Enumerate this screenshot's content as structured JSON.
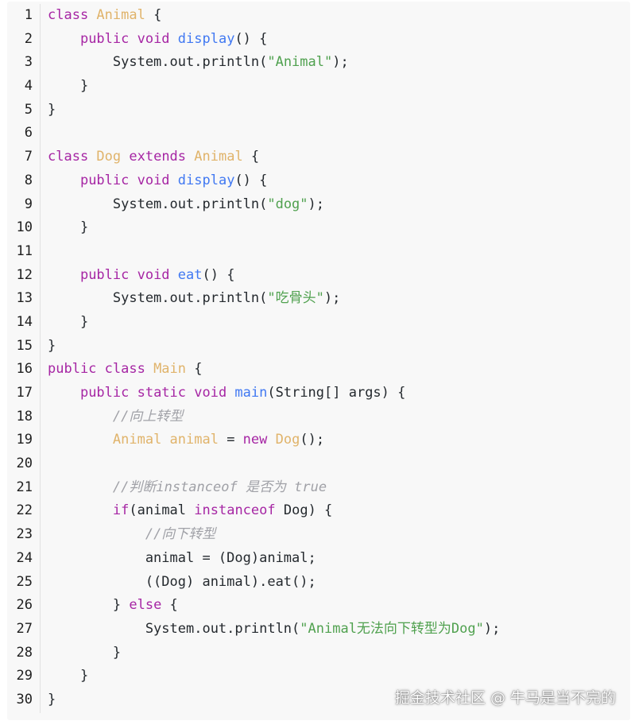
{
  "line_numbers": [
    "1",
    "2",
    "3",
    "4",
    "5",
    "6",
    "7",
    "8",
    "9",
    "10",
    "11",
    "12",
    "13",
    "14",
    "15",
    "16",
    "17",
    "18",
    "19",
    "20",
    "21",
    "22",
    "23",
    "24",
    "25",
    "26",
    "27",
    "28",
    "29",
    "30"
  ],
  "code_lines": [
    [
      {
        "t": "class ",
        "c": "kw"
      },
      {
        "t": "Animal",
        "c": "cls"
      },
      {
        "t": " {",
        "c": ""
      }
    ],
    [
      {
        "t": "    ",
        "c": ""
      },
      {
        "t": "public void ",
        "c": "kw"
      },
      {
        "t": "display",
        "c": "fn"
      },
      {
        "t": "() {",
        "c": ""
      }
    ],
    [
      {
        "t": "        System.out.println(",
        "c": ""
      },
      {
        "t": "\"Animal\"",
        "c": "str"
      },
      {
        "t": ");",
        "c": ""
      }
    ],
    [
      {
        "t": "    }",
        "c": ""
      }
    ],
    [
      {
        "t": "}",
        "c": ""
      }
    ],
    [],
    [
      {
        "t": "class ",
        "c": "kw"
      },
      {
        "t": "Dog ",
        "c": "cls"
      },
      {
        "t": "extends ",
        "c": "kw"
      },
      {
        "t": "Animal",
        "c": "cls"
      },
      {
        "t": " {",
        "c": ""
      }
    ],
    [
      {
        "t": "    ",
        "c": ""
      },
      {
        "t": "public void ",
        "c": "kw"
      },
      {
        "t": "display",
        "c": "fn"
      },
      {
        "t": "() {",
        "c": ""
      }
    ],
    [
      {
        "t": "        System.out.println(",
        "c": ""
      },
      {
        "t": "\"dog\"",
        "c": "str"
      },
      {
        "t": ");",
        "c": ""
      }
    ],
    [
      {
        "t": "    }",
        "c": ""
      }
    ],
    [],
    [
      {
        "t": "    ",
        "c": ""
      },
      {
        "t": "public void ",
        "c": "kw"
      },
      {
        "t": "eat",
        "c": "fn"
      },
      {
        "t": "() {",
        "c": ""
      }
    ],
    [
      {
        "t": "        System.out.println(",
        "c": ""
      },
      {
        "t": "\"吃骨头\"",
        "c": "str"
      },
      {
        "t": ");",
        "c": ""
      }
    ],
    [
      {
        "t": "    }",
        "c": ""
      }
    ],
    [
      {
        "t": "}",
        "c": ""
      }
    ],
    [
      {
        "t": "public class ",
        "c": "kw"
      },
      {
        "t": "Main",
        "c": "cls"
      },
      {
        "t": " {",
        "c": ""
      }
    ],
    [
      {
        "t": "    ",
        "c": ""
      },
      {
        "t": "public static void ",
        "c": "kw"
      },
      {
        "t": "main",
        "c": "fn"
      },
      {
        "t": "(String[] args) {",
        "c": ""
      }
    ],
    [
      {
        "t": "        ",
        "c": ""
      },
      {
        "t": "//向上转型",
        "c": "cm"
      }
    ],
    [
      {
        "t": "        ",
        "c": ""
      },
      {
        "t": "Animal animal",
        "c": "cls"
      },
      {
        "t": " = ",
        "c": ""
      },
      {
        "t": "new ",
        "c": "kw"
      },
      {
        "t": "Dog",
        "c": "cls"
      },
      {
        "t": "();",
        "c": ""
      }
    ],
    [],
    [
      {
        "t": "        ",
        "c": ""
      },
      {
        "t": "//判断instanceof 是否为 true",
        "c": "cm"
      }
    ],
    [
      {
        "t": "        ",
        "c": ""
      },
      {
        "t": "if",
        "c": "kw"
      },
      {
        "t": "(animal ",
        "c": ""
      },
      {
        "t": "instanceof ",
        "c": "kw"
      },
      {
        "t": "Dog) {",
        "c": ""
      }
    ],
    [
      {
        "t": "            ",
        "c": ""
      },
      {
        "t": "//向下转型",
        "c": "cm"
      }
    ],
    [
      {
        "t": "            animal = (Dog)animal;",
        "c": ""
      }
    ],
    [
      {
        "t": "            ((Dog) animal).eat();",
        "c": ""
      }
    ],
    [
      {
        "t": "        } ",
        "c": ""
      },
      {
        "t": "else",
        "c": "kw"
      },
      {
        "t": " {",
        "c": ""
      }
    ],
    [
      {
        "t": "            System.out.println(",
        "c": ""
      },
      {
        "t": "\"Animal无法向下转型为Dog\"",
        "c": "str"
      },
      {
        "t": ");",
        "c": ""
      }
    ],
    [
      {
        "t": "        }",
        "c": ""
      }
    ],
    [
      {
        "t": "    }",
        "c": ""
      }
    ],
    [
      {
        "t": "}",
        "c": ""
      }
    ]
  ],
  "watermark": "掘金技术社区 @ 牛马是当不完的",
  "colors": {
    "background": "#f8f8f8",
    "keyword": "#a626a4",
    "class_name": "#e0b36a",
    "function": "#4078f2",
    "string": "#50a14f",
    "comment": "#a0a1a7"
  }
}
